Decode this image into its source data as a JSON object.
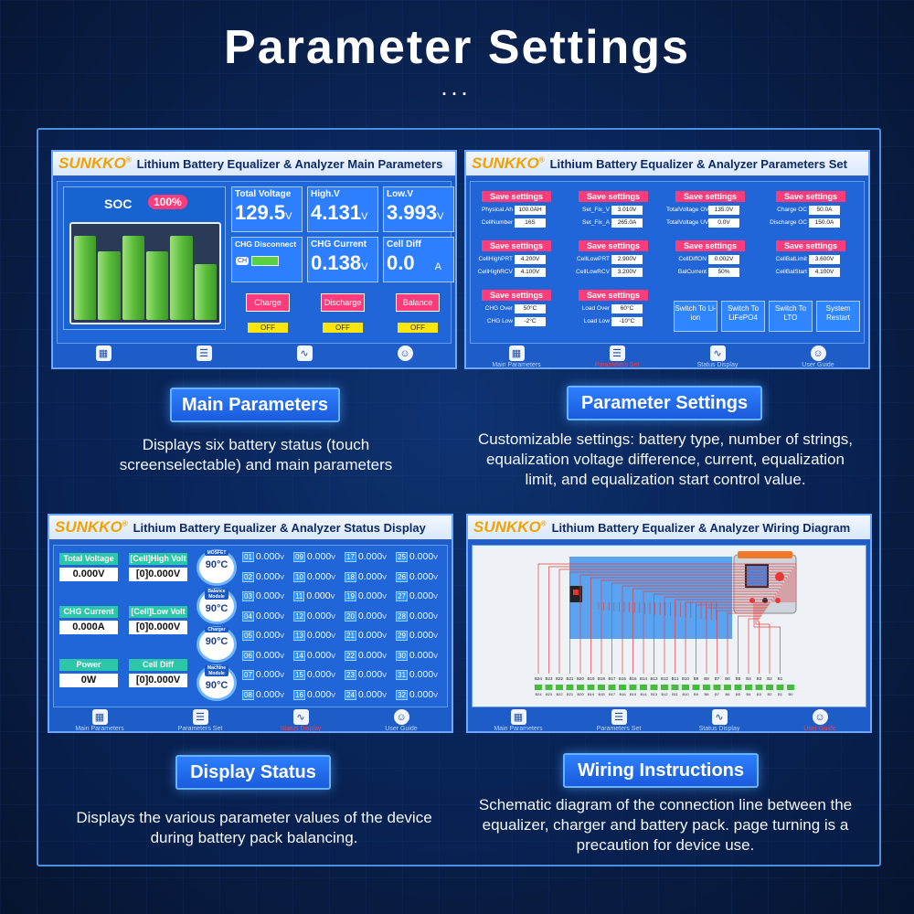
{
  "title": "Parameter Settings",
  "dots": "...",
  "logo": "SUNKKO",
  "logo_mark": "®",
  "panels": {
    "main": {
      "title": "Lithium Battery Equalizer & Analyzer Main Parameters"
    },
    "params": {
      "title": "Lithium Battery Equalizer & Analyzer Parameters Set"
    },
    "status": {
      "title": "Lithium Battery Equalizer & Analyzer Status Display"
    },
    "wiring": {
      "title": "Lithium Battery Equalizer & Analyzer Wiring Diagram"
    }
  },
  "nav": {
    "main": "Main Parameters",
    "set": "Parameters Set",
    "status": "Status Display",
    "guide": "User Guide"
  },
  "main": {
    "soc_label": "SOC",
    "soc_value": "100%",
    "soc_fraction": 1.0,
    "tiles": [
      {
        "label": "Total Voltage",
        "value": "129.5",
        "unit": "V"
      },
      {
        "label": "High.V",
        "value": "4.131",
        "unit": "V"
      },
      {
        "label": "Low.V",
        "value": "3.993",
        "unit": "V"
      },
      {
        "label": "CHG Disconnect",
        "value": "",
        "unit": ""
      },
      {
        "label": "CHG Current",
        "value": "0.138",
        "unit": "V"
      },
      {
        "label": "Cell Diff",
        "value": "0.0",
        "unit": "A"
      }
    ],
    "buttons": [
      "Charge",
      "Discharge",
      "Balance"
    ],
    "states": [
      "OFF",
      "OFF",
      "OFF"
    ],
    "chg_plug": "CH"
  },
  "params": {
    "save": "Save settings",
    "groups": [
      [
        {
          "l": "Physical.Ah",
          "v": "100.0AH"
        },
        {
          "l": "CellNumber",
          "v": "16S"
        }
      ],
      [
        {
          "l": "Set_Fix_V",
          "v": "3.010V"
        },
        {
          "l": "Set_Fix_A",
          "v": "265.0A"
        }
      ],
      [
        {
          "l": "TotalVoltage OV",
          "v": "135.0V"
        },
        {
          "l": "TotalVoltage UV",
          "v": "0.0V"
        }
      ],
      [
        {
          "l": "Charge OC",
          "v": "50.0A"
        },
        {
          "l": "Discharge OC",
          "v": "150.0A"
        }
      ],
      [
        {
          "l": "CellHighPRT",
          "v": "4.200V"
        },
        {
          "l": "CellHighRCV",
          "v": "4.100V"
        }
      ],
      [
        {
          "l": "CellLowPRT",
          "v": "2.900V"
        },
        {
          "l": "CellLowRCV",
          "v": "3.200V"
        }
      ],
      [
        {
          "l": "CellDiffON",
          "v": "0.002V"
        },
        {
          "l": "BalCurrent",
          "v": "50%"
        }
      ],
      [
        {
          "l": "CellBalLimit",
          "v": "3.600V"
        },
        {
          "l": "CellBalStart",
          "v": "4.100V"
        }
      ],
      [
        {
          "l": "CHG Over",
          "v": "50°C"
        },
        {
          "l": "CHG Low",
          "v": "-2°C"
        }
      ],
      [
        {
          "l": "Load Over",
          "v": "60°C"
        },
        {
          "l": "Load Low",
          "v": "-10°C"
        }
      ]
    ],
    "switches": [
      "Switch To Li-ion",
      "Switch To LiFePO4",
      "Switch To LTO",
      "System Restart"
    ]
  },
  "status": {
    "left": [
      {
        "l": "Total Voltage",
        "v": "0.000V"
      },
      {
        "l": "[Cell]High Volt",
        "v": "[0]0.000V"
      },
      {
        "l": "CHG Current",
        "v": "0.000A"
      },
      {
        "l": "[Cell]Low Volt",
        "v": "[0]0.000V"
      },
      {
        "l": "Power",
        "v": "0W"
      },
      {
        "l": "Cell Diff",
        "v": "[0]0.000V"
      }
    ],
    "gauges": [
      {
        "l": "MOSFET",
        "v": "90°C"
      },
      {
        "l": "Balance Module",
        "v": "90°C"
      },
      {
        "l": "Charger",
        "v": "90°C"
      },
      {
        "l": "Machine Module",
        "v": "90°C"
      }
    ],
    "cell_value": "0.000",
    "cell_unit": "V",
    "cells": [
      "01",
      "02",
      "03",
      "04",
      "05",
      "06",
      "07",
      "08",
      "09",
      "10",
      "11",
      "12",
      "13",
      "14",
      "15",
      "16",
      "17",
      "18",
      "19",
      "20",
      "21",
      "22",
      "23",
      "24",
      "25",
      "26",
      "27",
      "28",
      "29",
      "30",
      "31",
      "32"
    ]
  },
  "wiring": {
    "top_labels": [
      "B24",
      "B23",
      "B22",
      "B21",
      "B20",
      "B19",
      "B18",
      "B17",
      "B16",
      "B15",
      "B14",
      "B13",
      "B12",
      "B11",
      "B10",
      "B9",
      "B8",
      "B7",
      "B6",
      "B5",
      "B4",
      "B3",
      "B2",
      "B1"
    ],
    "bottom_labels": [
      "B24",
      "B23",
      "B22",
      "B21",
      "B20",
      "B19",
      "B18",
      "B17",
      "B16",
      "B15",
      "B14",
      "B13",
      "B12",
      "B11",
      "B10",
      "B9",
      "B8",
      "B7",
      "B6",
      "B5",
      "B4",
      "B3",
      "B2",
      "B1",
      "B0"
    ]
  },
  "sections": {
    "main": {
      "label": "Main Parameters",
      "desc": "Displays six battery status (touch screenselectable) and main parameters"
    },
    "set": {
      "label": "Parameter Settings",
      "desc": "Customizable settings: battery type, number of strings, equalization voltage difference, current, equalization limit, and equalization start control value."
    },
    "status": {
      "label": "Display Status",
      "desc": "Displays the various parameter values of the device during battery pack balancing."
    },
    "wiring": {
      "label": "Wiring Instructions",
      "desc": "Schematic diagram of the connection line between the equalizer, charger and battery pack. page turning is a precaution for device use."
    }
  }
}
